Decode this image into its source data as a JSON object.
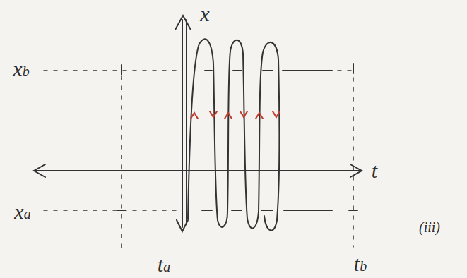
{
  "diagram": {
    "labels": [
      "x",
      "t",
      "xb",
      "xa",
      "ta",
      "tb",
      "(iii)"
    ]
  }
}
